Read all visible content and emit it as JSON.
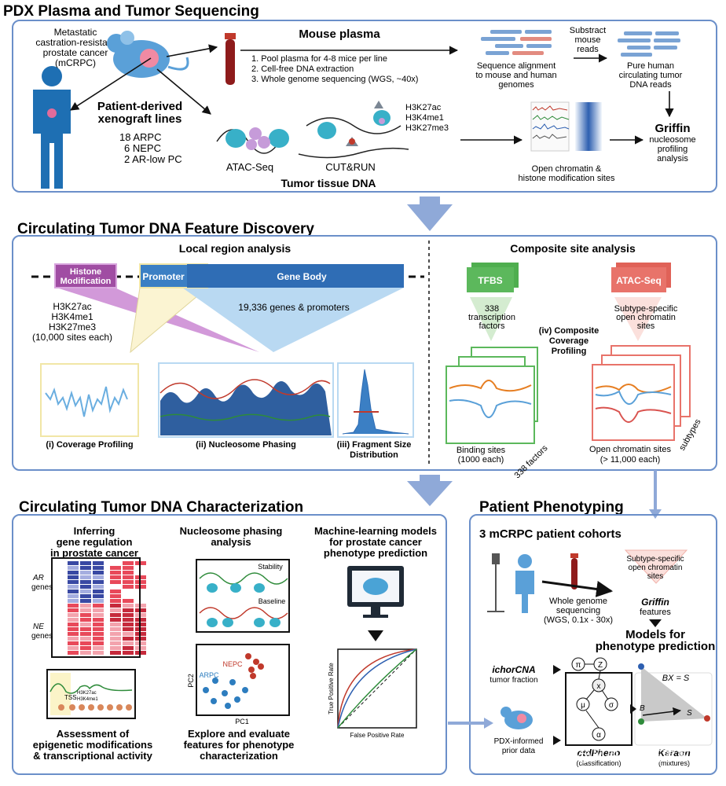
{
  "colors": {
    "panel_border": "#6b8fc9",
    "arrow_blue": "#8fa9d8",
    "tfbs_green": "#5cb85c",
    "atac_red": "#e8736a",
    "histone_purple": "#a04da3",
    "gene_blue": "#2f6db5",
    "promoter_blue": "#3b7fc4"
  },
  "s1": {
    "title": "PDX Plasma and Tumor Sequencing",
    "patient": {
      "l1": "Metastatic",
      "l2": "castration-resistant",
      "l3": "prostate cancer",
      "l4": "(mCRPC)"
    },
    "pdx": {
      "l1": "Patient-derived",
      "l2": "xenograft lines"
    },
    "cohort": {
      "l1": "18 ARPC",
      "l2": "6 NEPC",
      "l3": "2 AR-low PC"
    },
    "plasma": {
      "title": "Mouse plasma",
      "s1": "1. Pool plasma for 4-8 mice per line",
      "s2": "2. Cell-free DNA extraction",
      "s3": "3. Whole genome sequencing (WGS, ~40x)"
    },
    "align": {
      "l1": "Sequence alignment",
      "l2": "to mouse and human",
      "l3": "genomes"
    },
    "subtract": {
      "l1": "Substract",
      "l2": "mouse",
      "l3": "reads"
    },
    "pure": {
      "l1": "Pure human",
      "l2": "circulating tumor",
      "l3": "DNA reads"
    },
    "marks": {
      "l1": "H3K27ac",
      "l2": "H3K4me1",
      "l3": "H3K27me3"
    },
    "atac": "ATAC-Seq",
    "cutrun": "CUT&RUN",
    "tissue": "Tumor tissue DNA",
    "open": {
      "l1": "Open chromatin &",
      "l2": "histone modification sites"
    },
    "griffin": {
      "l1": "Griffin",
      "l2": "nucleosome",
      "l3": "profiling",
      "l4": "analysis"
    }
  },
  "s2": {
    "title": "Circulating Tumor DNA Feature Discovery",
    "local": "Local region analysis",
    "composite": "Composite site analysis",
    "histone": {
      "l1": "Histone",
      "l2": "Modification"
    },
    "promoter": "Promoter",
    "genebody": "Gene Body",
    "genes": "19,336 genes & promoters",
    "marks": {
      "l1": "H3K27ac",
      "l2": "H3K4me1",
      "l3": "H3K27me3",
      "l4": "(10,000 sites each)"
    },
    "cov": "(i) Coverage Profiling",
    "nuc": "(ii) Nucleosome Phasing",
    "frag": {
      "l1": "(iii) Fragment Size",
      "l2": "Distribution"
    },
    "tfbs": "TFBS",
    "tf": {
      "l1": "338",
      "l2": "transcription",
      "l3": "factors"
    },
    "atac": "ATAC-Seq",
    "subtype": {
      "l1": "Subtype-specific",
      "l2": "open chromatin",
      "l3": "sites"
    },
    "ccp": {
      "l1": "(iv) Composite",
      "l2": "Coverage",
      "l3": "Profiling"
    },
    "binding": {
      "l1": "Binding sites",
      "l2": "(1000 each)"
    },
    "factors": "338 factors",
    "opensites": {
      "l1": "Open chromatin sites",
      "l2": "(> 11,000 each)"
    },
    "subtypes": "subtypes"
  },
  "s3": {
    "title": "Circulating Tumor DNA Characterization",
    "infer": {
      "l1": "Inferring",
      "l2": "gene regulation",
      "l3": "in prostate cancer"
    },
    "ar": "AR",
    "ne": "NE",
    "genes": "genes",
    "tss": "TSS",
    "hk1": "H3K27ac",
    "hk2": "H3K4me1",
    "assess": {
      "l1": "Assessment of",
      "l2": "epigenetic modifications",
      "l3": "& transcriptional activity"
    },
    "nucphase": {
      "l1": "Nucleosome phasing",
      "l2": "analysis"
    },
    "stability": "Stability",
    "baseline": "Baseline",
    "nepc": "NEPC",
    "arpc": "ARPC",
    "pc1": "PC1",
    "pc2": "PC2",
    "explore": {
      "l1": "Explore and evaluate",
      "l2": "features for phenotype",
      "l3": "characterization"
    },
    "ml": {
      "l1": "Machine-learning models",
      "l2": "for prostate cancer",
      "l3": "phenotype prediction"
    },
    "tpr": "True Positive Rate",
    "fpr": "False Positive Rate"
  },
  "s4": {
    "title": "Patient Phenotyping",
    "cohorts": "3 mCRPC patient cohorts",
    "wgs": {
      "l1": "Whole genome",
      "l2": "sequencing",
      "l3": "(WGS, 0.1x - 30x)"
    },
    "subtype": {
      "l1": "Subtype-specific",
      "l2": "open chromatin",
      "l3": "sites"
    },
    "griffin": "Griffin",
    "features": "features",
    "models": {
      "l1": "Models for",
      "l2": "phenotype prediction"
    },
    "ichor": "ichorCNA",
    "tumorfrac": "tumor fraction",
    "prior": {
      "l1": "PDX-informed",
      "l2": "prior data"
    },
    "ctd": "ctdPheno",
    "classif": "(classification)",
    "keraon": "Keraon",
    "mixture": "(mixtures)",
    "sym": {
      "pi": "π",
      "z": "Z",
      "x": "x",
      "mu": "μ",
      "sigma": "σ",
      "alpha": "α",
      "eq": "BX = S",
      "b": "B",
      "s": "S"
    }
  },
  "watermark": "知乎 @风哥科研富事车"
}
